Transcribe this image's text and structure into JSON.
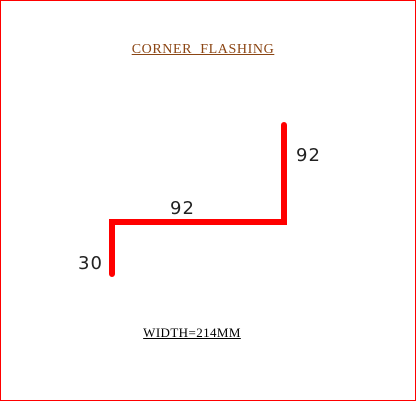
{
  "title": "CORNER  FLASHING",
  "width_label": "WIDTH=214MM",
  "dimensions": {
    "top_leg": "92",
    "middle_leg": "92",
    "bottom_leg": "30"
  },
  "colors": {
    "border": "#ff0000",
    "profile_line": "#ff0000",
    "title": "#8b4513",
    "dimension_text": "#222222"
  }
}
